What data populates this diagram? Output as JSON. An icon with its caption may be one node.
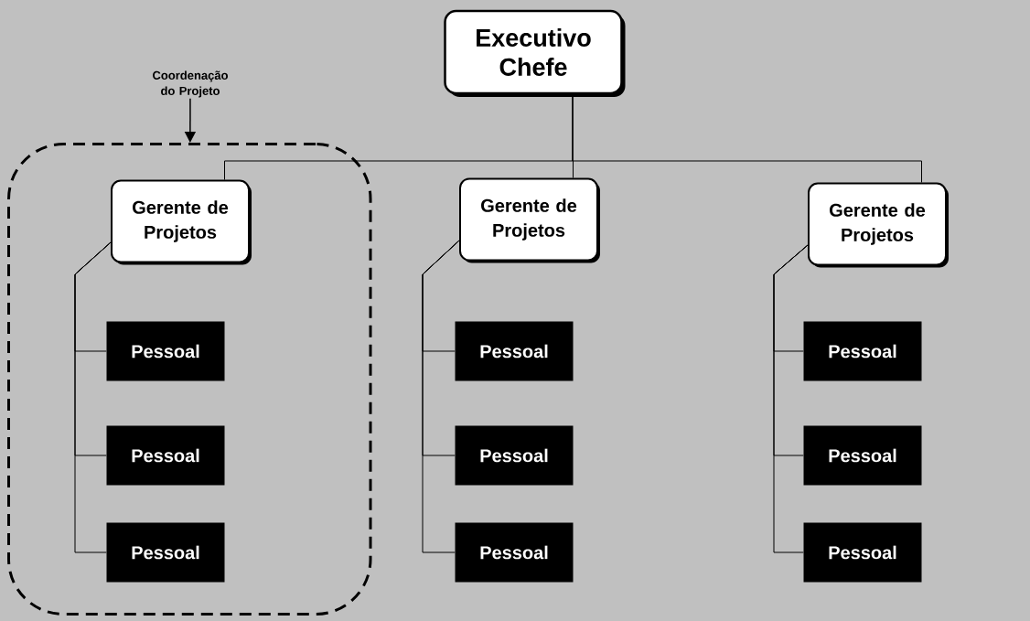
{
  "diagram": {
    "nodes": [
      {
        "text": [
          "Executivo Chefe"
        ]
      },
      {
        "text": [
          "Coordenação do Projeto"
        ]
      },
      {
        "text": [],
        "shape": "box"
      },
      {
        "text": [
          "Gerente de Projetos"
        ],
        "in": 2
      },
      {
        "text": [
          "Pessoal"
        ],
        "in": 2
      },
      {
        "text": [
          "Pessoal"
        ],
        "in": 2
      },
      {
        "text": [
          "Pessoal"
        ],
        "in": 2
      },
      {
        "text": [
          "Gerente de Projetos"
        ]
      },
      {
        "text": [
          "Pessoal"
        ]
      },
      {
        "text": [
          "Pessoal"
        ]
      },
      {
        "text": [
          "Pessoal"
        ]
      },
      {
        "text": [
          "Gerente de Projetos"
        ]
      },
      {
        "text": [
          "Pessoal"
        ]
      },
      {
        "text": [
          "Pessoal"
        ]
      },
      {
        "text": [
          "Pessoal"
        ]
      }
    ],
    "edges": [
      {
        "from": 1,
        "to": 2,
        "arrow": "to"
      },
      {
        "from": 0,
        "to": 3,
        "arrow": "none"
      },
      {
        "from": 0,
        "to": 7,
        "arrow": "none"
      },
      {
        "from": 0,
        "to": 11,
        "arrow": "none"
      },
      {
        "from": 3,
        "to": 4,
        "arrow": "none"
      },
      {
        "from": 3,
        "to": 5,
        "arrow": "none"
      },
      {
        "from": 3,
        "to": 6,
        "arrow": "none"
      },
      {
        "from": 7,
        "to": 8,
        "arrow": "none"
      },
      {
        "from": 7,
        "to": 9,
        "arrow": "none"
      },
      {
        "from": 7,
        "to": 10,
        "arrow": "none"
      },
      {
        "from": 11,
        "to": 12,
        "arrow": "none"
      },
      {
        "from": 11,
        "to": 13,
        "arrow": "none"
      },
      {
        "from": 11,
        "to": 14,
        "arrow": "none"
      }
    ]
  }
}
